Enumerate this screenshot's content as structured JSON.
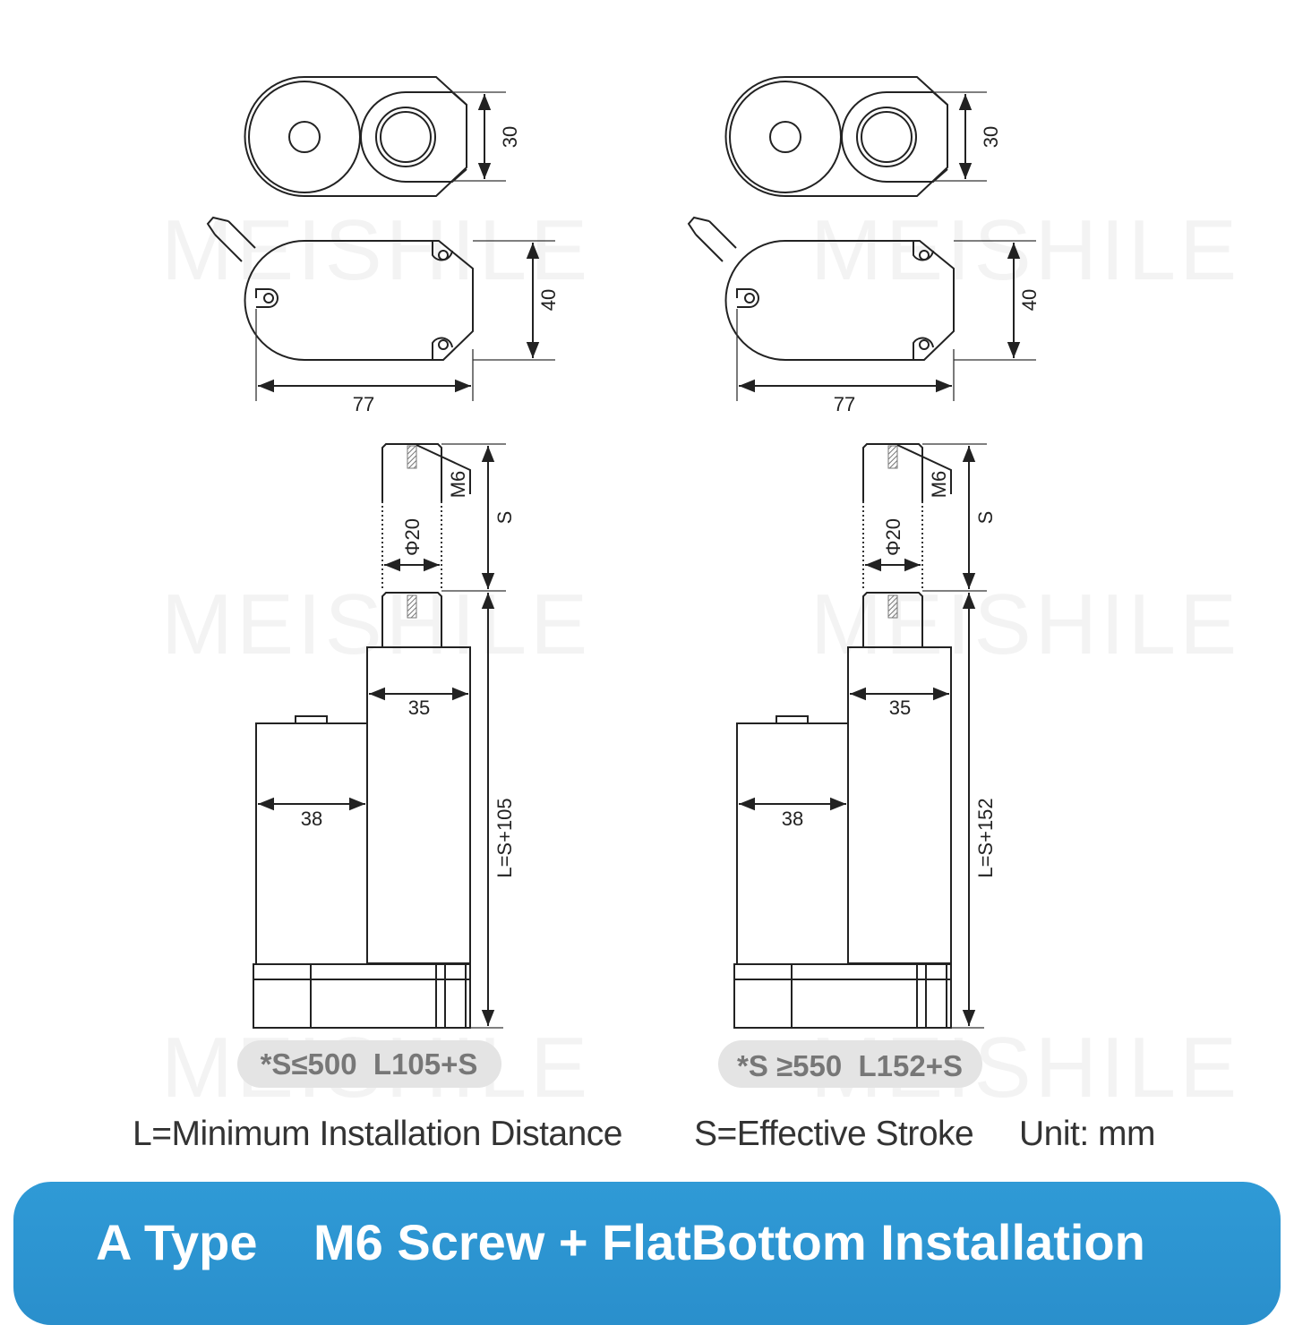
{
  "watermark": "MEISHILE",
  "drawings": [
    {
      "dims": {
        "top_height": "30",
        "side_height": "40",
        "width": "77",
        "thread": "M6",
        "rod_diameter": "Φ20",
        "stroke": "S",
        "tube_width": "35",
        "motor_width": "38",
        "length": "L=S+105"
      },
      "note": "*S≤500  L105+S"
    },
    {
      "dims": {
        "top_height": "30",
        "side_height": "40",
        "width": "77",
        "thread": "M6",
        "rod_diameter": "Φ20",
        "stroke": "S",
        "tube_width": "35",
        "motor_width": "38",
        "length": "L=S+152"
      },
      "note": "*S ≥550  L152+S"
    }
  ],
  "legend": {
    "l_def": "L=Minimum Installation Distance",
    "s_def": "S=Effective Stroke",
    "unit": "Unit: mm"
  },
  "banner": {
    "type": "A Type",
    "title": "M6 Screw + FlatBottom Installation",
    "color": "#2a95d2"
  }
}
